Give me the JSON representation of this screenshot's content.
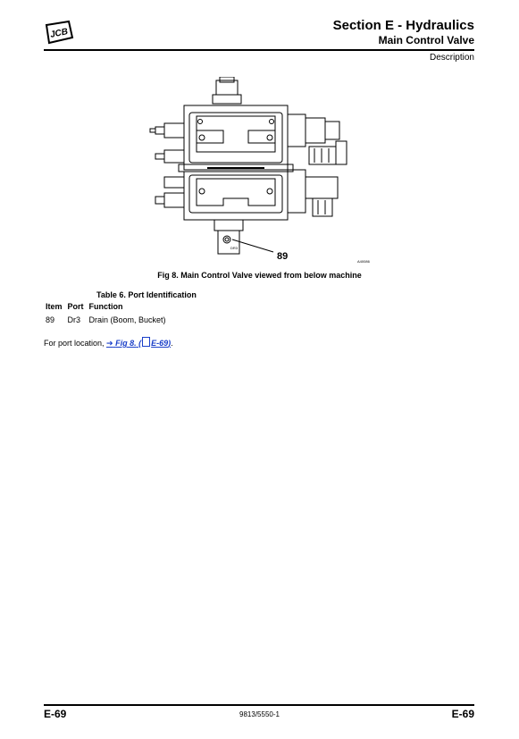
{
  "header": {
    "logo_text": "JCB",
    "section_title": "Section E - Hydraulics",
    "section_subtitle": "Main Control Valve",
    "topic": "Description"
  },
  "figure": {
    "callout": "89",
    "art_code": "A40086",
    "detail_label": "DR3",
    "caption": "Fig 8. Main Control Valve viewed from below machine"
  },
  "table": {
    "caption": "Table 6. Port Identification",
    "headers": [
      "Item",
      "Port",
      "Function"
    ],
    "rows": [
      [
        "89",
        "Dr3",
        "Drain (Boom, Bucket)"
      ]
    ]
  },
  "port_location": {
    "text": "For port location, ",
    "link_arrow": "➔",
    "link_fig": "Fig 8.",
    "link_open": " (",
    "link_page": "E-69",
    "link_close": ")",
    "suffix": "."
  },
  "footer": {
    "page_left": "E-69",
    "doc_number": "9813/5550-1",
    "page_right": "E-69"
  }
}
